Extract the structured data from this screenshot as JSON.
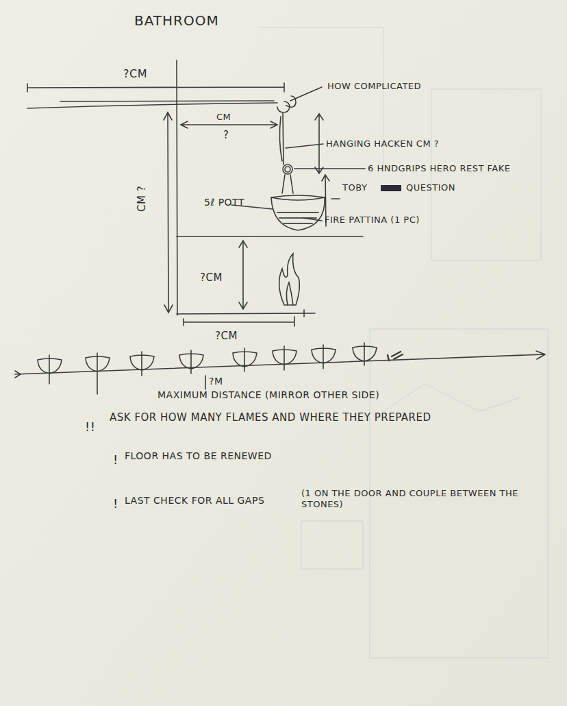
{
  "diagram": {
    "title": "BATHROOM",
    "labels": [
      "?CM",
      "HOW COMPLICATED",
      "CM",
      "?",
      "HANGING HACKEN CM ?",
      "6 HNDGRIPS HERO REST FAKE",
      "TOBY",
      "QUESTION",
      "5ℓ POTT",
      "FIRE PATTINA (1 PC)",
      "CM ?",
      "?CM",
      "?CM",
      "?M",
      "MAXIMUM DISTANCE (MIRROR OTHER SIDE)",
      "!!",
      "ASK FOR HOW MANY FLAMES AND WHERE THEY PREPARED",
      "!",
      "FLOOR HAS TO BE RENEWED",
      "!",
      "LAST CHECK FOR ALL GAPS",
      "(1 ON THE DOOR AND COUPLE BETWEEN THE STONES)"
    ]
  }
}
